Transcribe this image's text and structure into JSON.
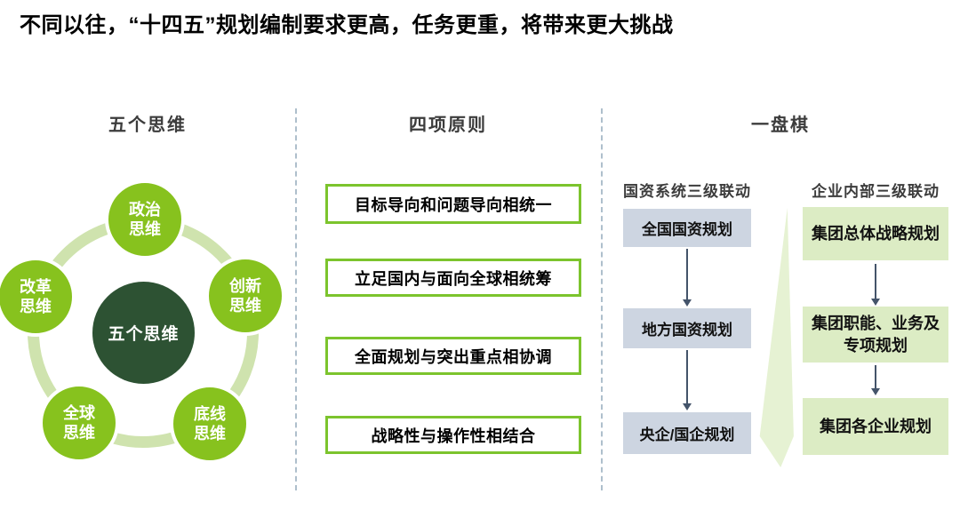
{
  "title": "不同以往，“十四五”规划编制要求更高，任务更重，将带来更大挑战",
  "sections": {
    "five_minds": {
      "header": "五个思维",
      "center_label": "五个思维",
      "satellites": [
        "政治思维",
        "创新思维",
        "底线思维",
        "全球思维",
        "改革思维"
      ]
    },
    "four_principles": {
      "header": "四项原则",
      "items": [
        "目标导向和问题导向相统一",
        "立足国内与面向全球相统筹",
        "全面规划与突出重点相协调",
        "战略性与操作性相结合"
      ]
    },
    "one_board": {
      "header": "一盘棋",
      "left_flow": {
        "header": "国资系统三级联动",
        "items": [
          "全国国资规划",
          "地方国资规划",
          "央企/国企规划"
        ]
      },
      "right_flow": {
        "header": "企业内部三级联动",
        "items": [
          [
            "集团总体战略规划"
          ],
          [
            "集团职能、业务及",
            "专项规划"
          ],
          [
            "集团各企业规划"
          ]
        ]
      }
    }
  },
  "colors": {
    "satellite_green": "#87c21e",
    "center_dark_green": "#2d5233",
    "ring_light_green": "#cfe3ae",
    "principle_border_green": "#7cc42d",
    "gov_box_gray": "#cdd5e1",
    "enterprise_box_green": "#dcecc4",
    "wedge_green": "#e6f2d3",
    "arrow_slate": "#44546a",
    "divider_gray_blue": "#aebfcc"
  }
}
